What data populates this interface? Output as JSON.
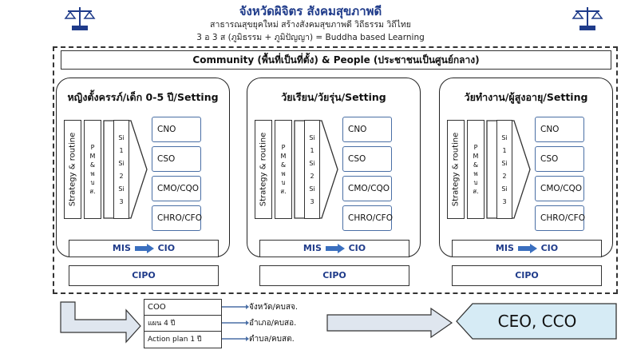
{
  "header": {
    "title": "จังหวัดผิจิตร สังคมสุขภาพดี",
    "line1": "สาธารณสุขยุคใหม่ สร้างสังคมสุขภาพดี วิถีธรรม วิถีไทย",
    "line2": "3 อ 3 ส (ภูมิธรรม + ภูมิปัญญา) = Buddha based Learning"
  },
  "community": "Community (พื้นที่เป็นที่ตั้ง) & People (ประชาชนเป็นศูนย์กลาง)",
  "sections": [
    {
      "title": "หญิงตั้งครรภ์/เด็ก 0-5 ปี/Setting",
      "strategy": "Strategy & routine",
      "pm": [
        "P",
        "M",
        "&",
        "พ",
        "บ",
        "ส."
      ],
      "si": [
        "Si",
        "1",
        "Si",
        "2",
        "Si",
        "3"
      ],
      "roles": [
        "CNO",
        "CSO",
        "CMO/CQO",
        "CHRO/CFO"
      ],
      "mis": "MIS",
      "cio": "CIO",
      "cipo": "CIPO"
    },
    {
      "title": "วัยเรียน/วัยรุ่น/Setting",
      "strategy": "Strategy & routine",
      "pm": [
        "P",
        "M",
        "&",
        "พ",
        "บ",
        "ส."
      ],
      "si": [
        "Si",
        "1",
        "Si",
        "2",
        "Si",
        "3"
      ],
      "roles": [
        "CNO",
        "CSO",
        "CMO/CQO",
        "CHRO/CFO"
      ],
      "mis": "MIS",
      "cio": "CIO",
      "cipo": "CIPO"
    },
    {
      "title": "วัยทำงาน/ผู้สูงอายุ/Setting",
      "strategy": "Strategy & routine",
      "pm": [
        "P",
        "M",
        "&",
        "พ",
        "บ",
        "ส."
      ],
      "si": [
        "Si",
        "1",
        "Si",
        "2",
        "Si",
        "3"
      ],
      "roles": [
        "CNO",
        "CSO",
        "CMO/CQO",
        "CHRO/CFO"
      ],
      "mis": "MIS",
      "cio": "CIO",
      "cipo": "CIPO"
    }
  ],
  "bottom": {
    "coo": "COO",
    "plan4": "แผน 4 ปี",
    "action": "Action plan 1 ปี",
    "levels": [
      "จังหวัด/คบสจ.",
      "อำเภอ/คบสอ.",
      "ตำบล/คบสต."
    ],
    "ceo": "CEO, CCO"
  },
  "colors": {
    "accent": "#1f3b8a",
    "role_border": "#4a6fa5",
    "arrow_fill": "#dfe6ef",
    "ceo_fill": "#d6ebf5"
  },
  "icons": [
    "justice-scale-icon",
    "right-arrow-icon"
  ]
}
